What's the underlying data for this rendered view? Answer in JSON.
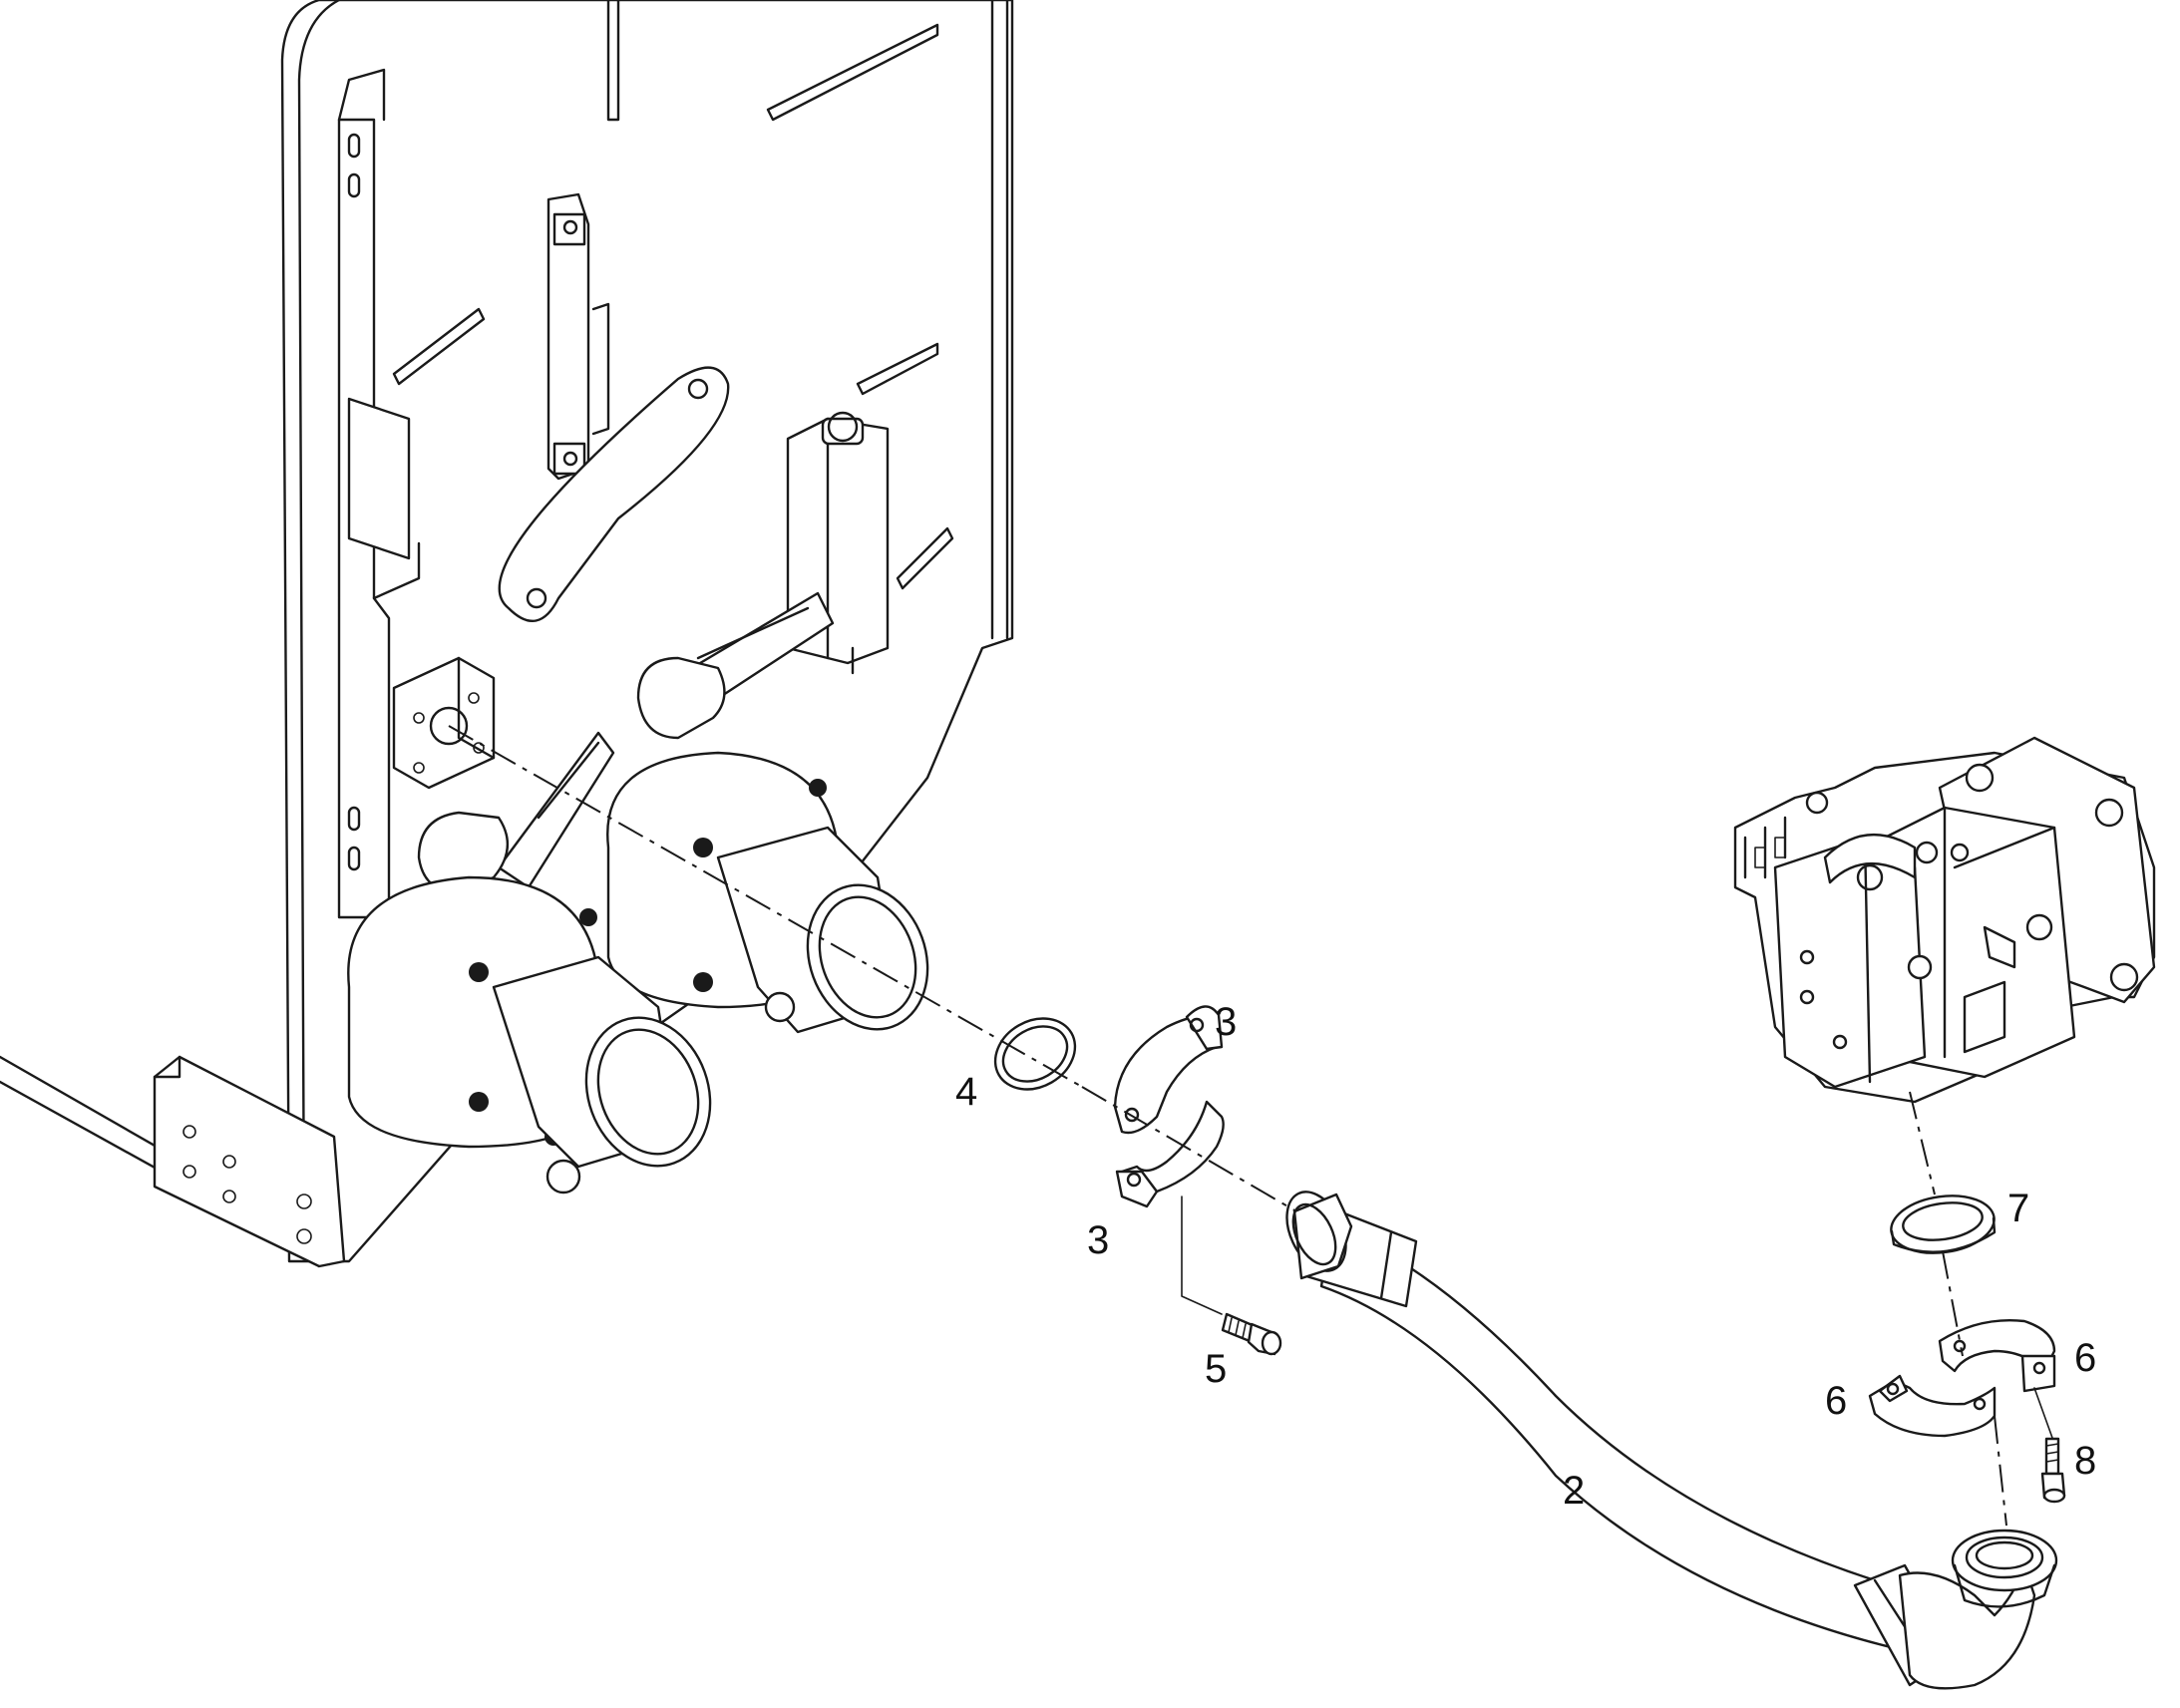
{
  "callouts": {
    "c2": "2",
    "c3a": "3",
    "c3b": "3",
    "c4": "4",
    "c5": "5",
    "c6a": "6",
    "c6b": "6",
    "c7": "7",
    "c8": "8"
  }
}
